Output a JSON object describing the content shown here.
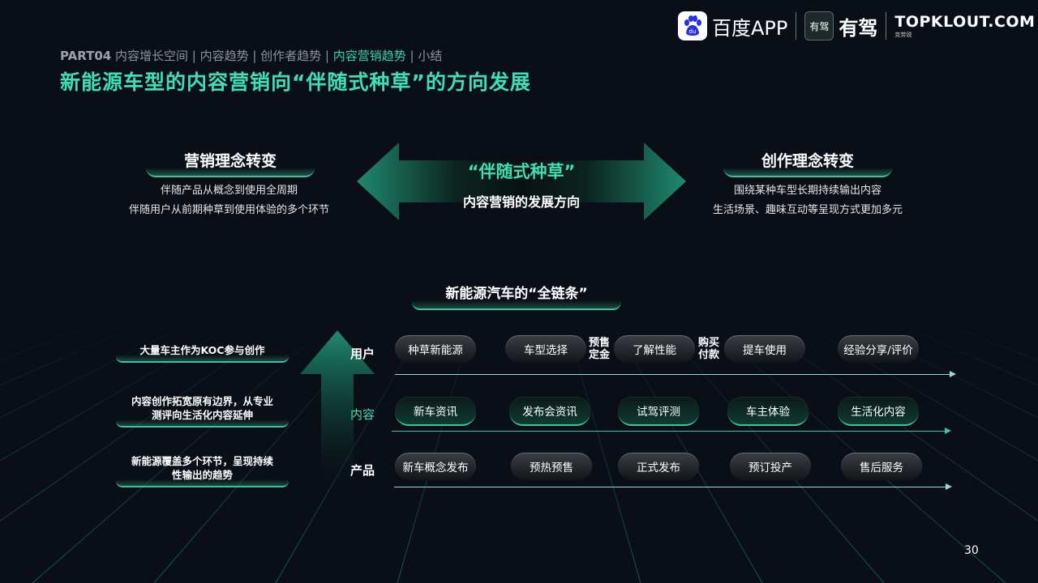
{
  "header": {
    "breadcrumb": {
      "part": "PART04",
      "item1": " 内容增长空间 | 内容趋势 | 创作者趋势 | ",
      "active": "内容营销趋势",
      "item_end": " | 小结"
    },
    "title": "新能源车型的内容营销向“伴随式种草”的方向发展",
    "logos": {
      "baidu_text": "百度APP",
      "baidu_mark": "du",
      "youjia_badge": "有驾",
      "youjia_text": "有驾",
      "topklout_text": "TOPKLOUT.COM",
      "topklout_sub": "克劳锐"
    }
  },
  "concepts": {
    "left": {
      "title": "营销理念转变",
      "lines": [
        "伴随产品从概念到使用全周期",
        "伴随用户从前期种草到使用体验的多个环节"
      ]
    },
    "center": {
      "title": "“伴随式种草”",
      "subtitle": "内容营销的发展方向"
    },
    "right": {
      "title": "创作理念转变",
      "lines": [
        "围绕某种车型长期持续输出内容",
        "生活场景、趣味互动等呈现方式更加多元"
      ]
    }
  },
  "chain": {
    "title": "新能源汽车的“全链条”",
    "features": [
      "大量车主作为KOC参与创作",
      "内容创作拓宽原有边界，从专业测评向生活化内容延伸",
      "新能源覆盖多个环节，呈现持续性输出的趋势"
    ],
    "features_lines": {
      "f1": [
        "大量车主作为KOC参与创作"
      ],
      "f2": [
        "内容创作拓宽原有边界，从专业",
        "测评向生活化内容延伸"
      ],
      "f3": [
        "新能源覆盖多个环节，呈现持续",
        "性输出的趋势"
      ]
    },
    "rows": {
      "user": {
        "label": "用户",
        "chips": [
          "种草新能源",
          "车型选择",
          "了解性能",
          "提车使用",
          "经验分享/评价"
        ],
        "connectors": [
          [
            "预售",
            "定金"
          ],
          [
            "购买",
            "付款"
          ]
        ]
      },
      "content": {
        "label": "内容",
        "chips": [
          "新车资讯",
          "发布会资讯",
          "试驾评测",
          "车主体验",
          "生活化内容"
        ]
      },
      "product": {
        "label": "产品",
        "chips": [
          "新车概念发布",
          "预热预售",
          "正式发布",
          "预订投产",
          "售后服务"
        ]
      }
    }
  },
  "page_number": "30",
  "colors": {
    "background": "#0a0f17",
    "accent_teal": "#3ee0b3",
    "chip_dark": "#2a2e33",
    "chip_teal_border": "#37c79d"
  }
}
